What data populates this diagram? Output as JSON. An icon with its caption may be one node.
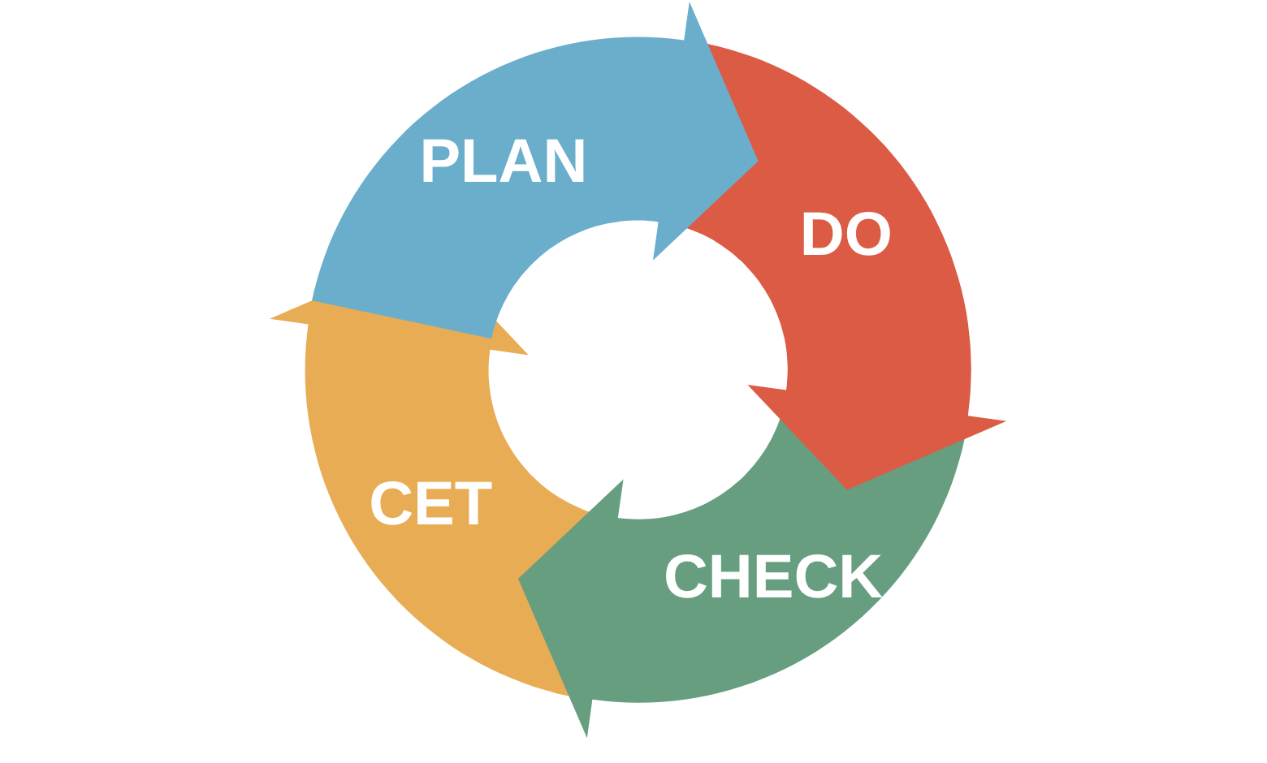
{
  "diagram": {
    "nodes": [
      {
        "text": [
          "PLAN"
        ]
      },
      {
        "text": [
          "DO"
        ]
      },
      {
        "text": [
          "CHECK"
        ]
      },
      {
        "text": [
          "CET"
        ]
      }
    ]
  }
}
